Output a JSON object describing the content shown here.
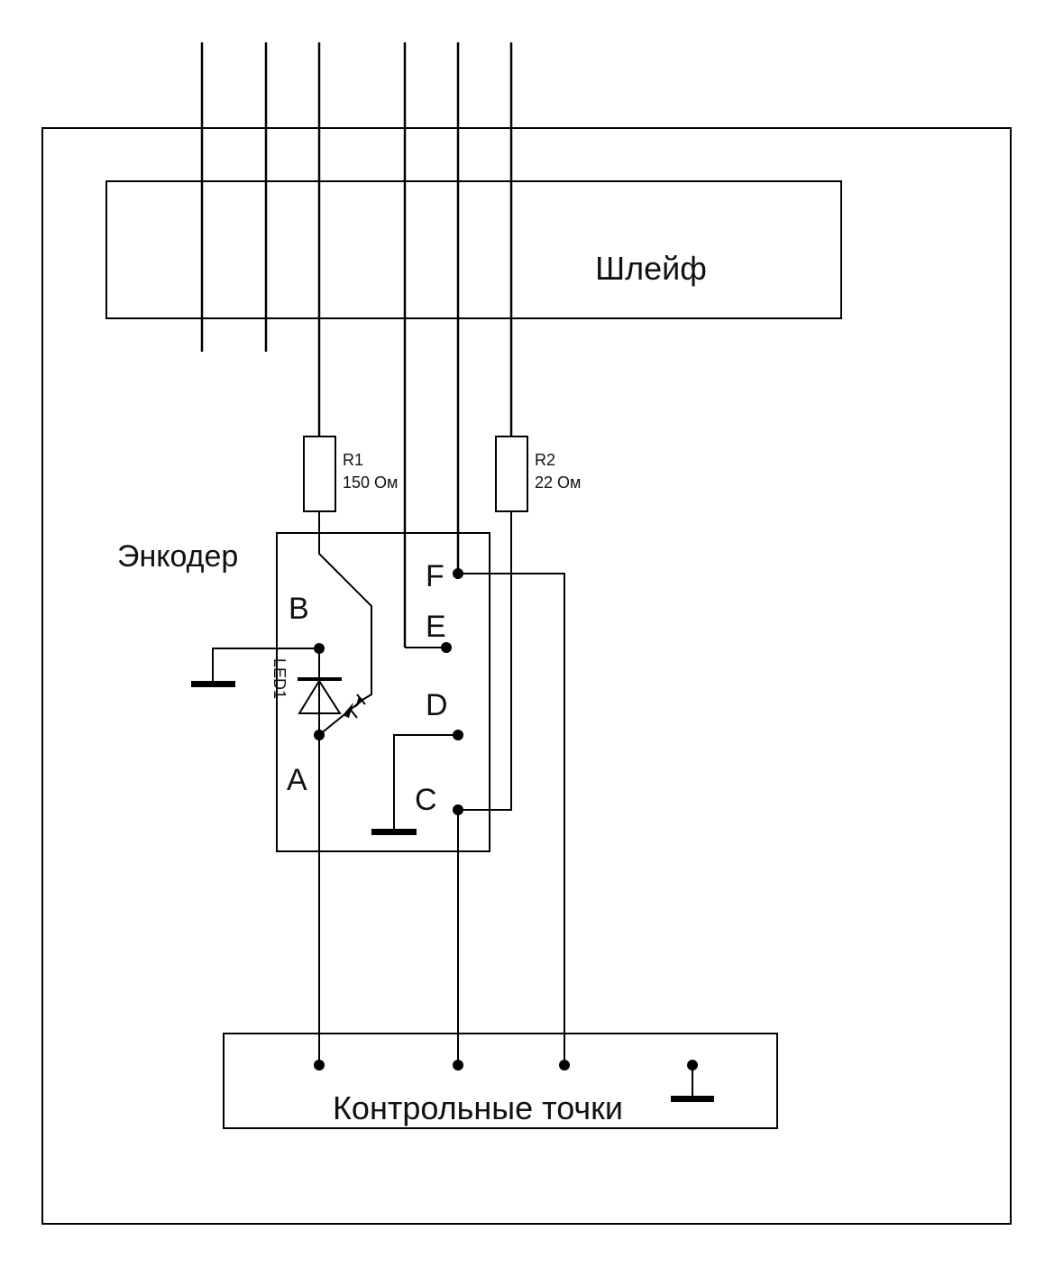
{
  "diagram": {
    "title_loop": "Шлейф",
    "title_encoder": "Энкодер",
    "title_test_points": "Контрольные точки",
    "resistors": [
      {
        "ref": "R1",
        "value": "150 Ом"
      },
      {
        "ref": "R2",
        "value": "22 Ом"
      }
    ],
    "led": {
      "ref": "LED1"
    },
    "encoder_pins": {
      "A": "A",
      "B": "B",
      "C": "C",
      "D": "D",
      "E": "E",
      "F": "F"
    },
    "colors": {
      "line": "#000000",
      "background": "#ffffff"
    }
  }
}
